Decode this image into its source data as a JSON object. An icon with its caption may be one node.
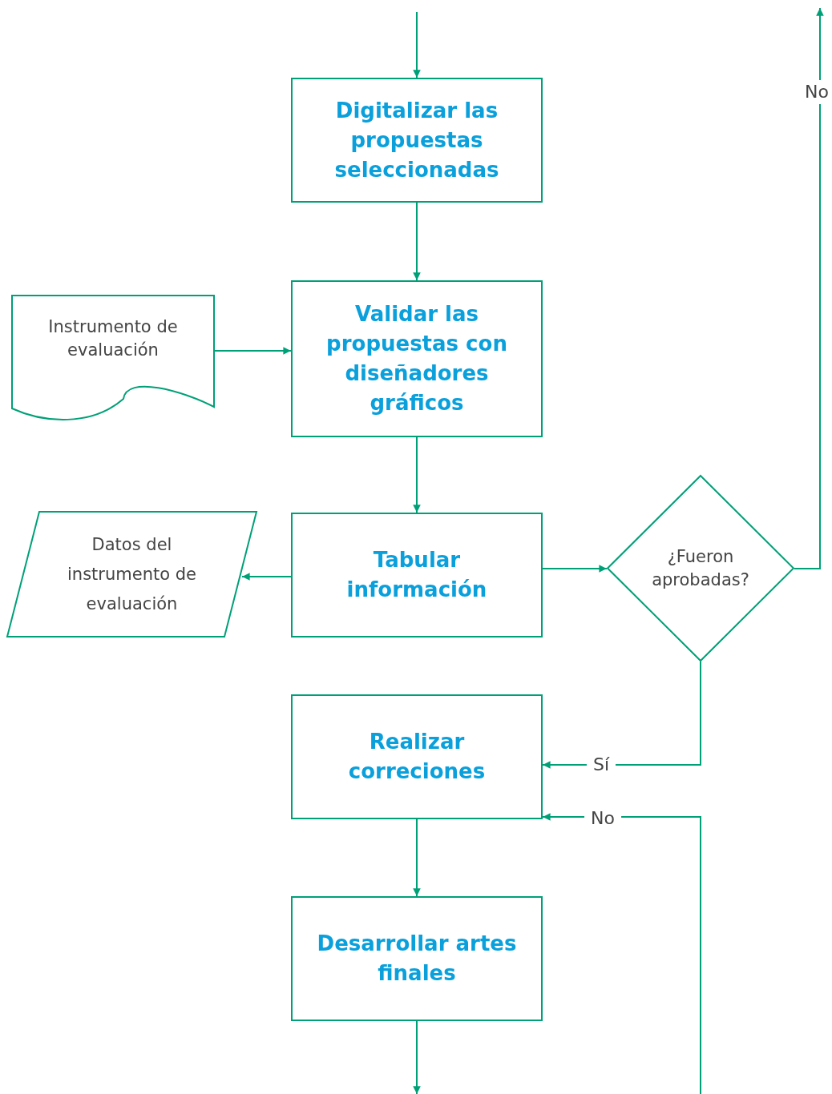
{
  "diagram": {
    "nodes": [
      {
        "text": [
          "Digitalizar las propuestas seleccionadas"
        ]
      },
      {
        "text": [
          "Instrumento de evaluación"
        ]
      },
      {
        "text": [
          "Validar las propuestas con diseñadores gráficos"
        ]
      },
      {
        "text": [
          "Datos del instrumento de evaluación"
        ]
      },
      {
        "text": [
          "Tabular información"
        ]
      },
      {
        "text": [
          "¿Fueron aprobadas?"
        ]
      },
      {
        "text": [
          "Realizar correciones"
        ]
      },
      {
        "text": [
          "Desarrollar artes finales"
        ]
      }
    ],
    "edges": [
      {
        "from": null,
        "to": 0,
        "arrow": "to"
      },
      {
        "from": 0,
        "to": 2,
        "arrow": "to"
      },
      {
        "from": 1,
        "to": 2,
        "arrow": "to"
      },
      {
        "from": 2,
        "to": 4,
        "arrow": "to"
      },
      {
        "from": 4,
        "to": 3,
        "arrow": "to"
      },
      {
        "from": 4,
        "to": 5,
        "arrow": "to"
      },
      {
        "from": 5,
        "to": null,
        "arrow": "to",
        "label": "No"
      },
      {
        "from": 5,
        "to": 6,
        "arrow": "to",
        "label": "Sí"
      },
      {
        "from": null,
        "to": 6,
        "arrow": "to",
        "label": "No"
      },
      {
        "from": 6,
        "to": 7,
        "arrow": "to"
      },
      {
        "from": 7,
        "to": null,
        "arrow": "to"
      }
    ]
  }
}
